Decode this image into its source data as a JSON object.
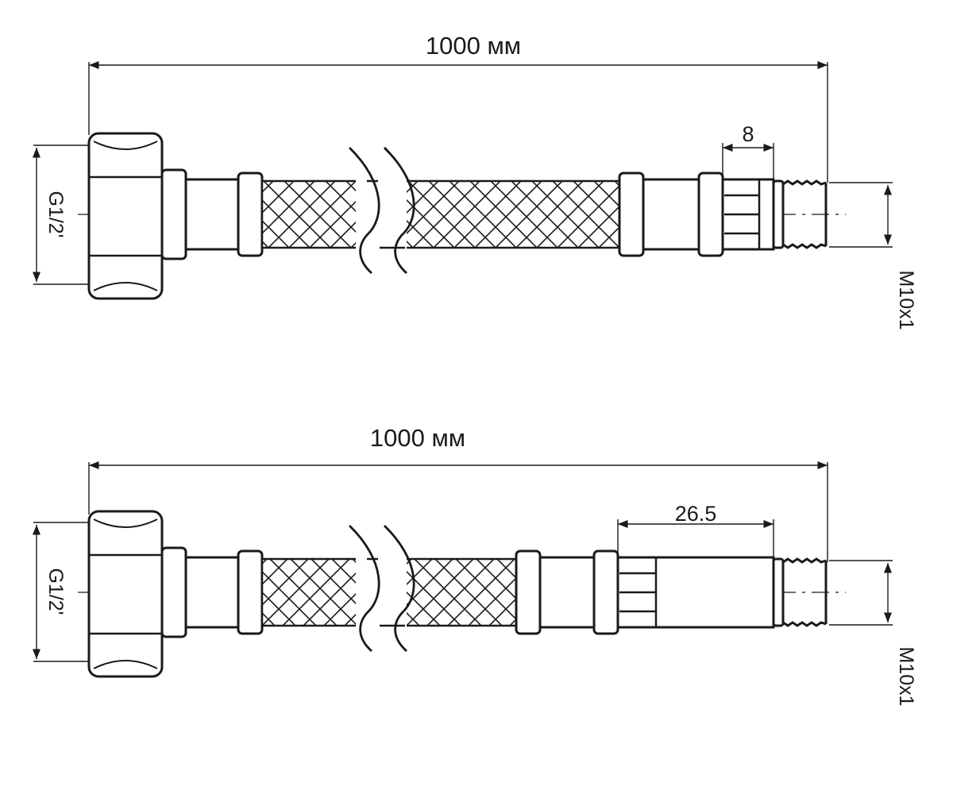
{
  "colors": {
    "ink": "#1a1a1a",
    "background": "#ffffff"
  },
  "hose_top": {
    "length_label": "1000 мм",
    "inlet_label": "G1/2'",
    "outlet_label": "M10x1",
    "nipple_label": "8"
  },
  "hose_bottom": {
    "length_label": "1000 мм",
    "inlet_label": "G1/2'",
    "outlet_label": "M10x1",
    "nipple_label": "26.5"
  }
}
